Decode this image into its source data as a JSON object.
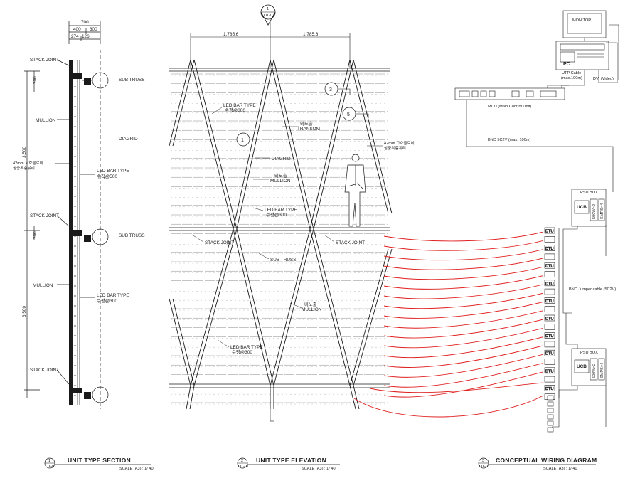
{
  "colors": {
    "ink": "#1a1a1a",
    "wire": "#e02020",
    "grid": "#9a9a9a"
  },
  "section": {
    "dims": {
      "total": "700",
      "d1": "400",
      "d2": "300",
      "d3": "274",
      "d4": "126",
      "h200a": "200",
      "h200b": "200",
      "h3500a": "3,500",
      "h3500b": "3,500"
    },
    "labels": {
      "stack_joint_1": "STACK JOINT",
      "sub_truss_1": "SUB TRUSS",
      "mullion_1": "MULLION",
      "diagrid": "DIAGRID",
      "glass_1": "42mm 고효율로이",
      "glass_2": "삼중복층유리",
      "led_bar_1": "LED BAR TYPE",
      "led_pitch_1": "수직@500",
      "stack_joint_2": "STACK JOINT",
      "sub_truss_2": "SUB TRUSS",
      "mullion_2": "MULLION",
      "led_bar_2": "LED BAR TYPE",
      "led_pitch_2": "수평@300",
      "stack_joint_3": "STACK JOINT"
    },
    "title": {
      "num": "1",
      "ref": "UT-01",
      "name": "UNIT TYPE  SECTION",
      "scale": "SCALE (A3) : 1/ 40"
    }
  },
  "elevation": {
    "top_marker": {
      "num": "1",
      "ref": "UT-01"
    },
    "dims": {
      "w1": "1,785.6",
      "w2": "1,785.6"
    },
    "callouts": [
      "1",
      "3",
      "5"
    ],
    "labels": {
      "led_bar_1": "LED BAR TYPE",
      "led_pitch_1": "수평@300",
      "transom_kr": "비노출",
      "transom": "TRANSOM",
      "glass_1": "42mm 고효율로이",
      "glass_2": "삼중복층유리",
      "diagrid": "DIAGRID",
      "mullion_kr_1": "비노출",
      "mullion_1": "MULLION",
      "led_bar_2": "LED BAR TYPE",
      "led_pitch_2": "수평@300",
      "stack_joint_1": "STACK JOINT",
      "stack_joint_2": "STACK JOINT",
      "sub_truss": "SUB TRUSS",
      "mullion_kr_2": "비노출",
      "mullion_2": "MULLION",
      "led_bar_3": "LED BAR TYPE",
      "led_pitch_3": "수평@300"
    },
    "title": {
      "num": "2",
      "ref": "UT-01",
      "name": "UNIT TYPE ELEVATION",
      "scale": "SCALE (A3) : 1/ 40"
    }
  },
  "wiring": {
    "monitor": "MONITOR",
    "pc": "PC",
    "utp": "UTP Cable",
    "utp_len": "(max.100m)",
    "dvi": "DVI (Video)",
    "mcu": "MCU (Main Control Unit)",
    "bnc_main": "BNC 5C2V (max. 100m)",
    "bnc_jumper": "BNC Jumper cable (5C2V)",
    "psu_box": "PSU BOX",
    "ucb": "UCB",
    "psu_1": "500W×2",
    "psu_2": "SMPS×4",
    "dtu": "DTU",
    "title": {
      "num": "3",
      "ref": "UT-01",
      "name": "CONCEPTUAL WIRING DIAGRAM",
      "scale": "SCALE (A3) : 1/ 40"
    }
  }
}
